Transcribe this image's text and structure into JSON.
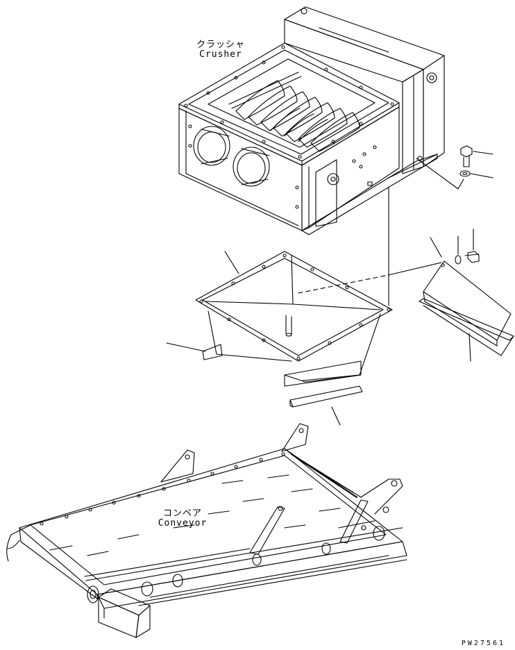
{
  "labels": {
    "crusher_jp": "クラッシャ",
    "crusher_en": "Crusher",
    "conveyor_jp": "コンベア",
    "conveyor_en": "Conveyor",
    "drawing_code": "PW27561"
  },
  "colors": {
    "ink": "#000000",
    "paper": "#ffffff"
  }
}
